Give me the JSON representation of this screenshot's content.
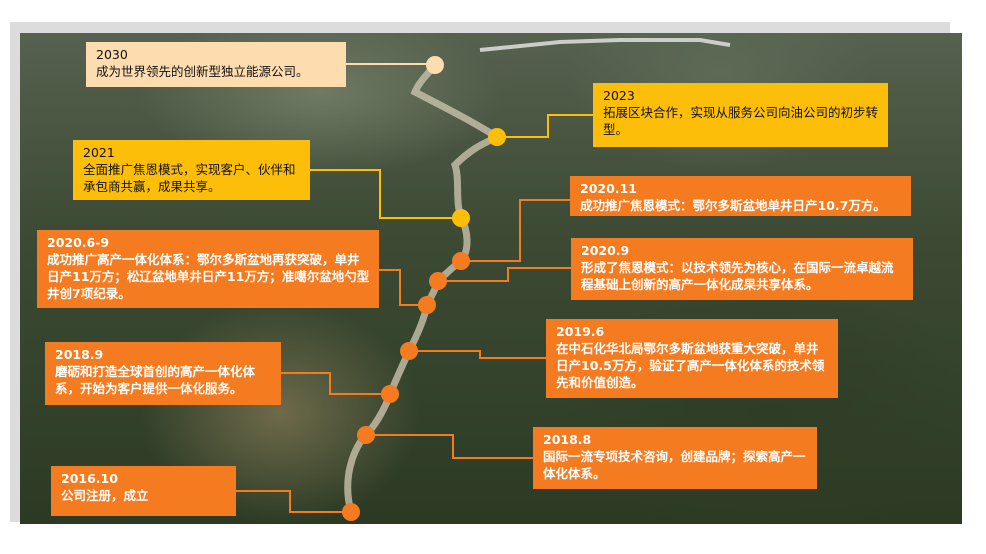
{
  "colors": {
    "orange": "#f47b20",
    "yellow": "#fdbe0a",
    "peach": "#fddcb0"
  },
  "milestones": [
    {
      "year": "2030",
      "text": "成为世界领先的创新型独立能源公司。"
    },
    {
      "year": "2023",
      "text": "拓展区块合作，实现从服务公司向油公司的初步转型。"
    },
    {
      "year": "2021",
      "text": "全面推广焦恩模式，实现客户、伙伴和承包商共赢，成果共享。"
    },
    {
      "year": "2020.11",
      "text": "成功推广焦恩模式：鄂尔多斯盆地单井日产10.7万方。"
    },
    {
      "year": "2020.6-9",
      "text": "成功推广高产一体化体系：鄂尔多斯盆地再获突破，单井日产11万方；松辽盆地单井日产11万方；准噶尔盆地勺型井创7项纪录。"
    },
    {
      "year": "2020.9",
      "text": "形成了焦恩模式：以技术领先为核心，在国际一流卓越流程基础上创新的高产一体化成果共享体系。"
    },
    {
      "year": "2019.6",
      "text": "在中石化华北局鄂尔多斯盆地获重大突破，单井日产10.5万方，验证了高产一体化体系的技术领先和价值创造。"
    },
    {
      "year": "2018.9",
      "text": "磨砺和打造全球首创的高产一体化体系，开始为客户提供一体化服务。"
    },
    {
      "year": "2018.8",
      "text": "国际一流专项技术咨询，创建品牌；探索高产一体化体系。"
    },
    {
      "year": "2016.10",
      "text": "公司注册，成立"
    }
  ]
}
